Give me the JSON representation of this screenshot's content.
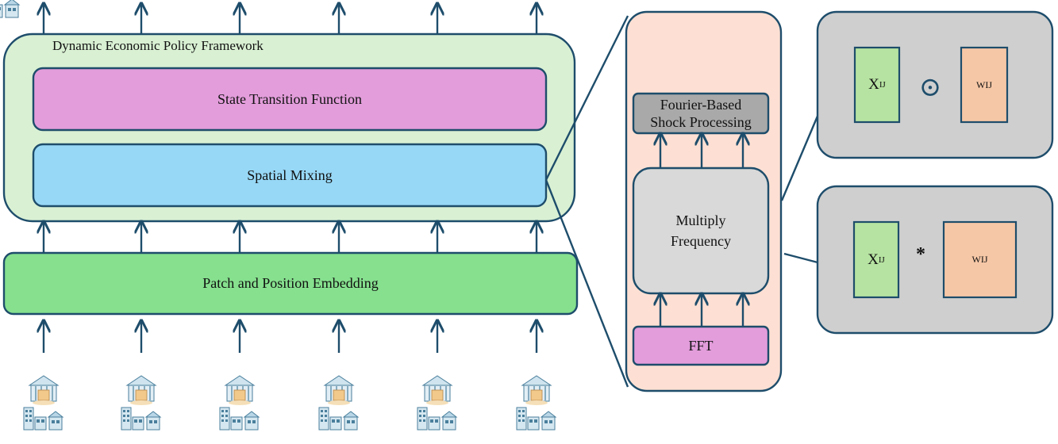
{
  "framework_title": "Dynamic Economic Policy Framework",
  "blocks": {
    "state_transition": "State Transition Function",
    "spatial_mixing": "Spatial Mixing",
    "patch_embedding": "Patch and Position Embedding"
  },
  "detail": {
    "shock_processing_line1": "Fourier-Based",
    "shock_processing_line2": "Shock Processing",
    "multiply_line1": "Multiply",
    "multiply_line2": "Frequency",
    "fft": "FFT"
  },
  "ops": {
    "top": {
      "x_base": "X",
      "x_sub": "IJ",
      "operator": "⊙",
      "weight": "WIJ"
    },
    "bottom": {
      "x_base": "X",
      "x_sub": "IJ",
      "operator": "*",
      "weight": "WIJ"
    }
  },
  "input_icons": [
    "bank-building-icon",
    "bank-building-icon",
    "bank-building-icon",
    "bank-building-icon",
    "bank-building-icon",
    "bank-building-icon"
  ],
  "colors": {
    "framework_bg": "#d9f0d3",
    "state_transition": "#e39ddb",
    "spatial_mixing": "#97d8f6",
    "patch_embedding": "#86e08e",
    "detail_bg": "#fde0d3",
    "shock_processing": "#a9a9a9",
    "multiply": "#d9d9d9",
    "fft": "#e39ddb",
    "op_panel": "#cfcfcf",
    "x_box": "#b6e3a1",
    "w_box": "#f6c7a6",
    "stroke": "#1e4d6b"
  }
}
